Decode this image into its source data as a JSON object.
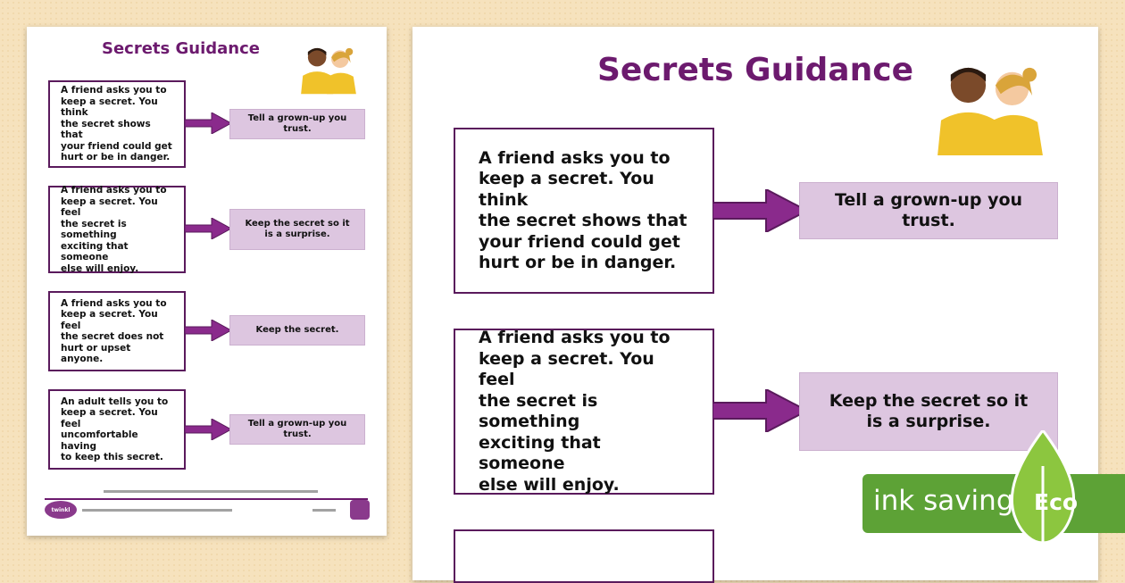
{
  "title": "Secrets Guidance",
  "rows": [
    {
      "scenario_lines": [
        "A friend asks you to",
        "keep a secret. You think",
        "the secret shows that",
        "your friend could get",
        "hurt or be in danger."
      ],
      "answer_lines": [
        "Tell a grown-up you trust."
      ]
    },
    {
      "scenario_lines": [
        "A friend asks you to",
        "keep a secret. You feel",
        "the secret is something",
        "exciting that someone",
        "else will enjoy."
      ],
      "answer_lines": [
        "Keep the secret so it",
        "is a surprise."
      ]
    },
    {
      "scenario_lines": [
        "A friend asks you to",
        "keep a secret. You feel",
        "the secret does not",
        "hurt or upset anyone."
      ],
      "answer_lines": [
        "Keep the secret."
      ]
    },
    {
      "scenario_lines": [
        "An adult tells you to",
        "keep a secret. You feel",
        "uncomfortable having",
        "to keep this secret."
      ],
      "answer_lines": [
        "Tell a grown-up you trust."
      ]
    }
  ],
  "eco_badge": {
    "label": "ink saving",
    "word": "Eco"
  },
  "colors": {
    "accent": "#6c1a6e",
    "answer_fill": "#ddc6e0",
    "eco_green": "#5da236",
    "background": "#f6e2bd"
  },
  "icons": [
    "children-whispering-illustration",
    "arrow-right-icon",
    "leaf-icon",
    "twinkl-logo-icon"
  ]
}
